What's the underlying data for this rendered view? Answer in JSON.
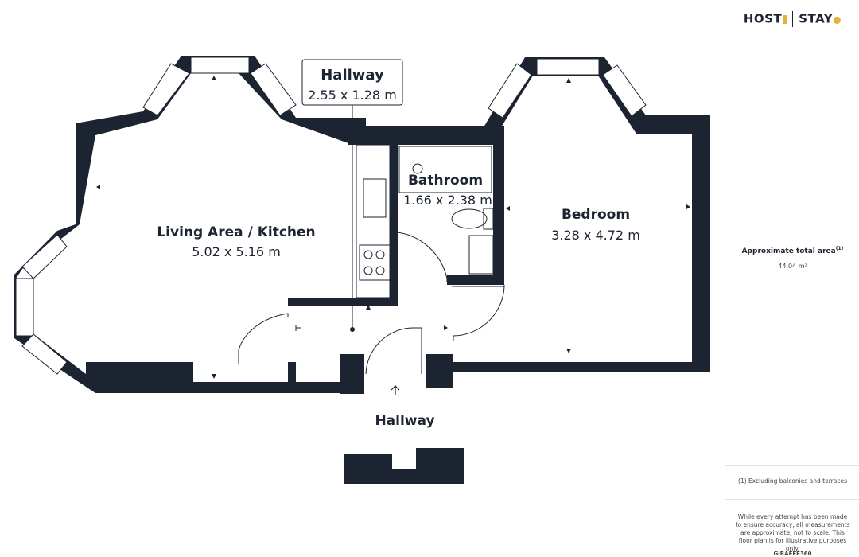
{
  "brand": {
    "left": "HOST",
    "right": "STAY",
    "accent": "#e3b23c"
  },
  "rooms": {
    "living": {
      "name": "Living Area / Kitchen",
      "dims": "5.02 x 5.16 m"
    },
    "bathroom": {
      "name": "Bathroom",
      "dims": "1.66 x 2.38 m"
    },
    "bedroom": {
      "name": "Bedroom",
      "dims": "3.28 x 4.72 m"
    },
    "hallway_top": {
      "name": "Hallway",
      "dims": "2.55 x 1.28 m"
    },
    "hallway_bottom": {
      "name": "Hallway"
    }
  },
  "sidebar": {
    "area_label": "Approximate total area",
    "area_sup": "(1)",
    "area_value": "44.04 m²",
    "note1": "(1) Excluding balconies and terraces",
    "note2": "While every attempt has been made to ensure accuracy, all measurements are approximate, not to scale. This floor plan is for illustrative purposes only.",
    "footer": "GIRAFFE360"
  },
  "colors": {
    "wall": "#1c2331",
    "background": "#ffffff"
  }
}
